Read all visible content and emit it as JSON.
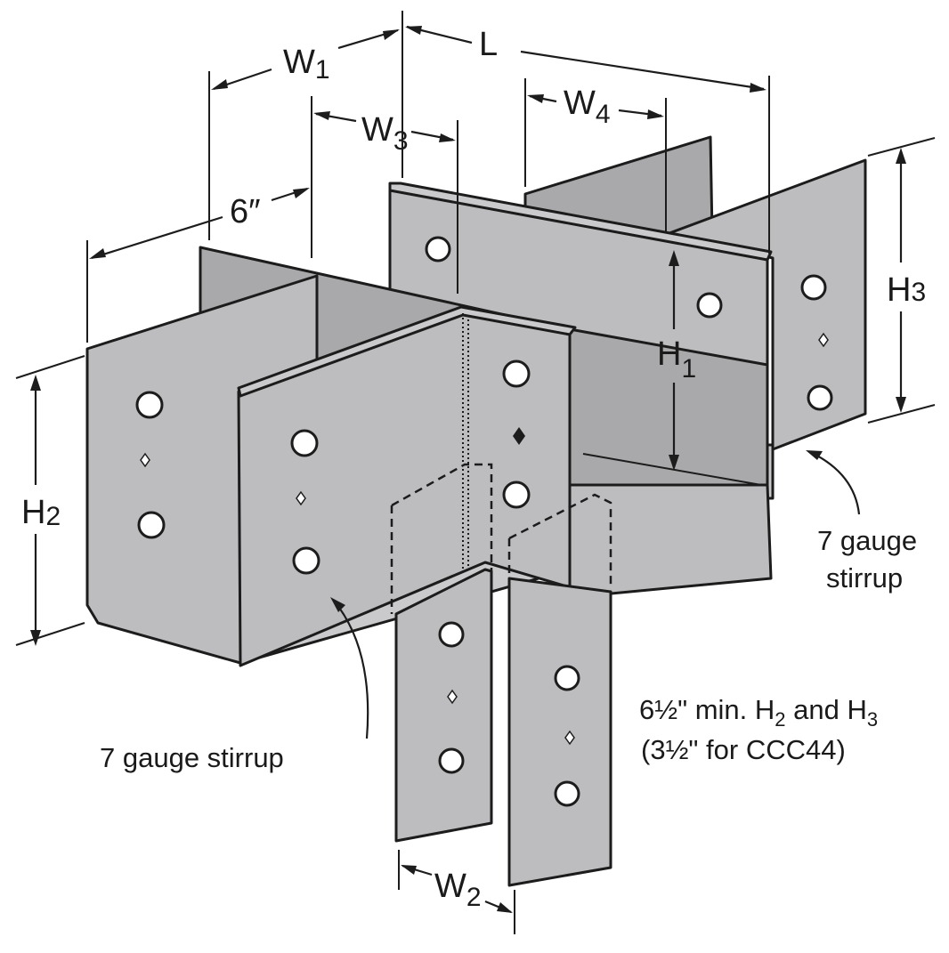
{
  "labels": {
    "w1": "W",
    "w1_sub": "1",
    "l": "L",
    "w3": "W",
    "w3_sub": "3",
    "w4": "W",
    "w4_sub": "4",
    "six_inch": "6″",
    "h1": "H",
    "h1_sub": "1",
    "h2": "H",
    "h2_sub": "2",
    "h3": "H",
    "h3_sub": "3",
    "w2": "W",
    "w2_sub": "2"
  },
  "callouts": {
    "right_stirrup_line1": "7 gauge",
    "right_stirrup_line2": "stirrup",
    "left_stirrup": "7 gauge stirrup",
    "min_note_line1": "6½\" min. H",
    "min_note_line1_sub1": "2",
    "min_note_line1_mid": " and H",
    "min_note_line1_sub2": "3",
    "min_note_line2": "(3½\" for CCC44)"
  },
  "colors": {
    "metal": "#bdbdbf",
    "outline": "#1c1c1c",
    "background": "#ffffff"
  }
}
